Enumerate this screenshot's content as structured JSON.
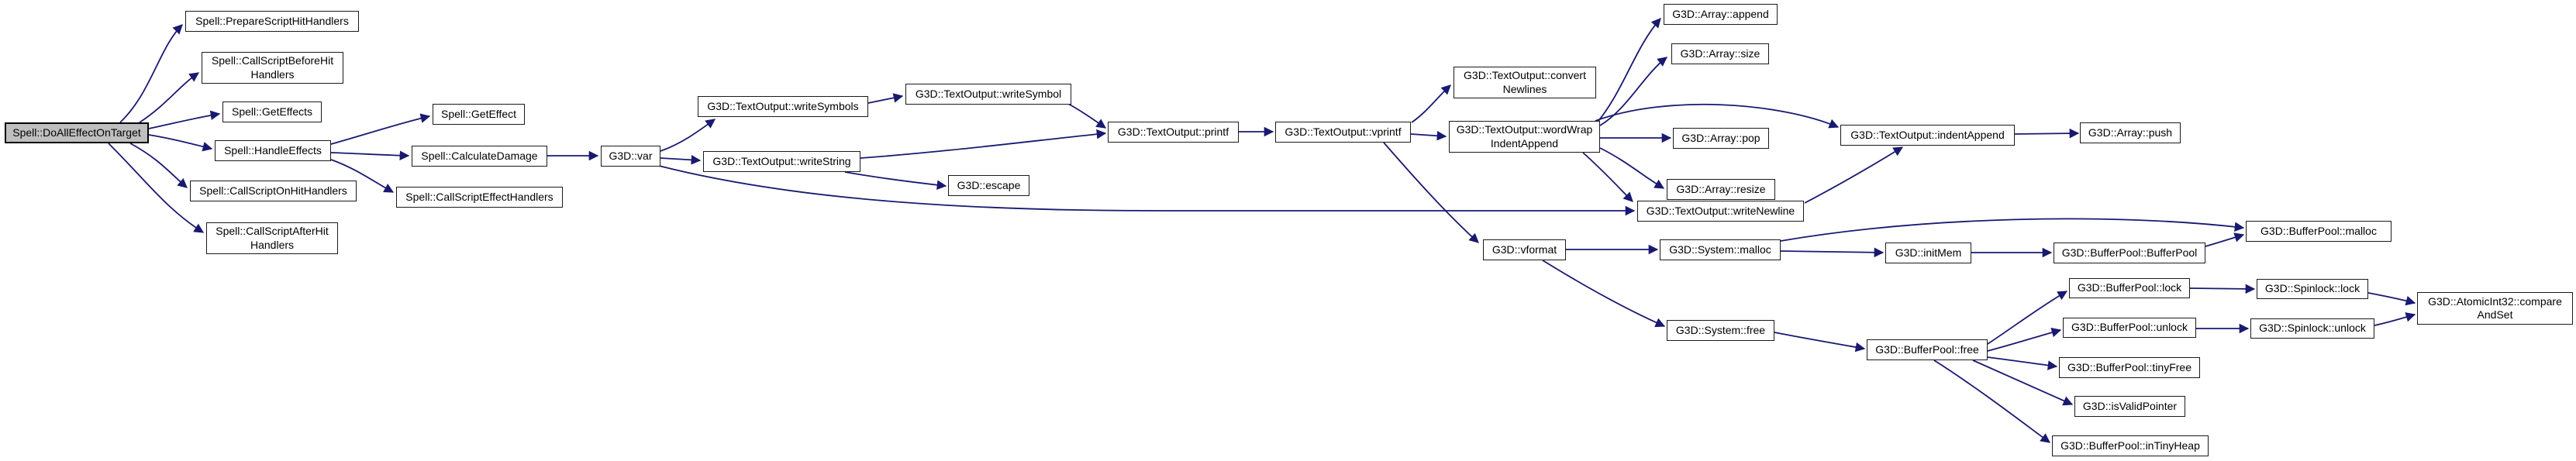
{
  "diagram": {
    "kind": "doxygen-call-graph",
    "edge_color": "#191970",
    "node_fill": "#ffffff",
    "node_border_color": "#1a1a1a",
    "root_fill": "#bfbfbf",
    "background": "#ffffff"
  },
  "nodes": {
    "root": {
      "label": "Spell::DoAllEffectOnTarget"
    },
    "prepareHit": {
      "label": "Spell::PrepareScriptHitHandlers"
    },
    "beforeHit": {
      "label": "Spell::CallScriptBeforeHit\nHandlers"
    },
    "getEffects": {
      "label": "Spell::GetEffects"
    },
    "handleEffects": {
      "label": "Spell::HandleEffects"
    },
    "onHit": {
      "label": "Spell::CallScriptOnHitHandlers"
    },
    "afterHit": {
      "label": "Spell::CallScriptAfterHit\nHandlers"
    },
    "getEffect": {
      "label": "Spell::GetEffect"
    },
    "calcDamage": {
      "label": "Spell::CalculateDamage"
    },
    "effectHandlers": {
      "label": "Spell::CallScriptEffectHandlers"
    },
    "var": {
      "label": "G3D::var"
    },
    "writeSymbols": {
      "label": "G3D::TextOutput::writeSymbols"
    },
    "writeSymbol": {
      "label": "G3D::TextOutput::writeSymbol"
    },
    "writeString": {
      "label": "G3D::TextOutput::writeString"
    },
    "escape": {
      "label": "G3D::escape"
    },
    "printf": {
      "label": "G3D::TextOutput::printf"
    },
    "vprintf": {
      "label": "G3D::TextOutput::vprintf"
    },
    "convertNewlines": {
      "label": "G3D::TextOutput::convert\nNewlines"
    },
    "wordWrap": {
      "label": "G3D::TextOutput::wordWrap\nIndentAppend"
    },
    "arrayAppend": {
      "label": "G3D::Array::append"
    },
    "arraySize": {
      "label": "G3D::Array::size"
    },
    "arrayPop": {
      "label": "G3D::Array::pop"
    },
    "arrayResize": {
      "label": "G3D::Array::resize"
    },
    "indentAppend": {
      "label": "G3D::TextOutput::indentAppend"
    },
    "arrayPush": {
      "label": "G3D::Array::push"
    },
    "writeNewline": {
      "label": "G3D::TextOutput::writeNewline"
    },
    "vformat": {
      "label": "G3D::vformat"
    },
    "systemMalloc": {
      "label": "G3D::System::malloc"
    },
    "initMem": {
      "label": "G3D::initMem"
    },
    "bufferPoolCtor": {
      "label": "G3D::BufferPool::BufferPool"
    },
    "bufferPoolMalloc": {
      "label": "G3D::BufferPool::malloc"
    },
    "systemFree": {
      "label": "G3D::System::free"
    },
    "bufferPoolFree": {
      "label": "G3D::BufferPool::free"
    },
    "bufferPoolLock": {
      "label": "G3D::BufferPool::lock"
    },
    "spinlockLock": {
      "label": "G3D::Spinlock::lock"
    },
    "compareAndSet": {
      "label": "G3D::AtomicInt32::compare\nAndSet"
    },
    "bufferPoolUnlock": {
      "label": "G3D::BufferPool::unlock"
    },
    "spinlockUnlock": {
      "label": "G3D::Spinlock::unlock"
    },
    "tinyFree": {
      "label": "G3D::BufferPool::tinyFree"
    },
    "isValidPointer": {
      "label": "G3D::isValidPointer"
    },
    "inTinyHeap": {
      "label": "G3D::BufferPool::inTinyHeap"
    }
  },
  "edges": [
    {
      "from": "root",
      "to": "prepareHit"
    },
    {
      "from": "root",
      "to": "beforeHit"
    },
    {
      "from": "root",
      "to": "getEffects"
    },
    {
      "from": "root",
      "to": "handleEffects"
    },
    {
      "from": "root",
      "to": "onHit"
    },
    {
      "from": "root",
      "to": "afterHit"
    },
    {
      "from": "handleEffects",
      "to": "getEffect"
    },
    {
      "from": "handleEffects",
      "to": "calcDamage"
    },
    {
      "from": "handleEffects",
      "to": "effectHandlers"
    },
    {
      "from": "calcDamage",
      "to": "var"
    },
    {
      "from": "var",
      "to": "writeSymbols"
    },
    {
      "from": "var",
      "to": "writeString"
    },
    {
      "from": "var",
      "to": "writeNewline"
    },
    {
      "from": "writeSymbols",
      "to": "writeSymbol"
    },
    {
      "from": "writeSymbol",
      "to": "printf"
    },
    {
      "from": "writeString",
      "to": "printf"
    },
    {
      "from": "writeString",
      "to": "escape"
    },
    {
      "from": "printf",
      "to": "vprintf"
    },
    {
      "from": "vprintf",
      "to": "convertNewlines"
    },
    {
      "from": "vprintf",
      "to": "wordWrap"
    },
    {
      "from": "vprintf",
      "to": "vformat"
    },
    {
      "from": "wordWrap",
      "to": "arrayAppend"
    },
    {
      "from": "wordWrap",
      "to": "arraySize"
    },
    {
      "from": "wordWrap",
      "to": "arrayPop"
    },
    {
      "from": "wordWrap",
      "to": "arrayResize"
    },
    {
      "from": "wordWrap",
      "to": "indentAppend"
    },
    {
      "from": "wordWrap",
      "to": "writeNewline"
    },
    {
      "from": "writeNewline",
      "to": "indentAppend"
    },
    {
      "from": "indentAppend",
      "to": "arrayPush"
    },
    {
      "from": "vformat",
      "to": "systemMalloc"
    },
    {
      "from": "vformat",
      "to": "systemFree"
    },
    {
      "from": "systemMalloc",
      "to": "bufferPoolMalloc"
    },
    {
      "from": "systemMalloc",
      "to": "initMem"
    },
    {
      "from": "initMem",
      "to": "bufferPoolCtor"
    },
    {
      "from": "bufferPoolCtor",
      "to": "bufferPoolMalloc"
    },
    {
      "from": "systemFree",
      "to": "bufferPoolFree"
    },
    {
      "from": "bufferPoolFree",
      "to": "bufferPoolLock"
    },
    {
      "from": "bufferPoolFree",
      "to": "bufferPoolUnlock"
    },
    {
      "from": "bufferPoolFree",
      "to": "tinyFree"
    },
    {
      "from": "bufferPoolFree",
      "to": "isValidPointer"
    },
    {
      "from": "bufferPoolFree",
      "to": "inTinyHeap"
    },
    {
      "from": "bufferPoolLock",
      "to": "spinlockLock"
    },
    {
      "from": "spinlockLock",
      "to": "compareAndSet"
    },
    {
      "from": "bufferPoolUnlock",
      "to": "spinlockUnlock"
    },
    {
      "from": "spinlockUnlock",
      "to": "compareAndSet"
    }
  ]
}
